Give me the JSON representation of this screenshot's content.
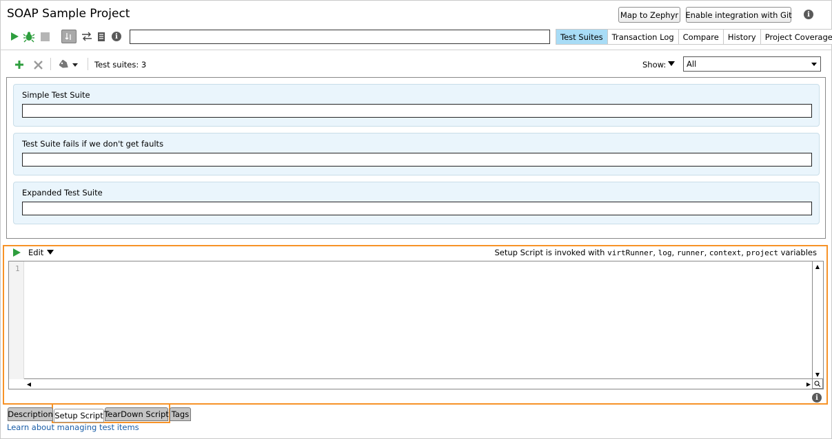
{
  "header": {
    "title": "SOAP Sample Project",
    "map_button": "Map to Zephyr",
    "git_button": "Enable integration with Git"
  },
  "toolbar": {
    "icons": [
      "run-icon",
      "debug-icon",
      "stop-icon",
      "step-icon",
      "transactions-icon",
      "log-icon",
      "info-icon"
    ],
    "search_value": ""
  },
  "tabs": [
    {
      "label": "Test Suites",
      "active": true
    },
    {
      "label": "Transaction Log",
      "active": false
    },
    {
      "label": "Compare",
      "active": false
    },
    {
      "label": "History",
      "active": false
    },
    {
      "label": "Project Coverage",
      "active": false
    }
  ],
  "suites_toolbar": {
    "count_label": "Test suites: 3",
    "show_label": "Show:",
    "show_value": "All"
  },
  "suites": [
    {
      "name": "Simple Test Suite"
    },
    {
      "name": "Test Suite fails if we don't get faults"
    },
    {
      "name": "Expanded Test Suite"
    }
  ],
  "script": {
    "edit_label": "Edit",
    "hint_prefix": "Setup Script is invoked with ",
    "vars": [
      "virtRunner",
      "log",
      "runner",
      "context",
      "project"
    ],
    "sep": ", ",
    "hint_suffix": " variables",
    "line_number": "1"
  },
  "bottom_tabs": [
    {
      "label": "Description",
      "active": false
    },
    {
      "label": "Setup Script",
      "active": true
    },
    {
      "label": "TearDown Script",
      "active": false
    },
    {
      "label": "Tags",
      "active": false
    }
  ],
  "footer": {
    "link": "Learn about managing test items"
  },
  "colors": {
    "accent": "#f79226",
    "active_tab": "#a8dcf6",
    "run_green": "#2e9e3e",
    "link": "#1a5ea8"
  }
}
